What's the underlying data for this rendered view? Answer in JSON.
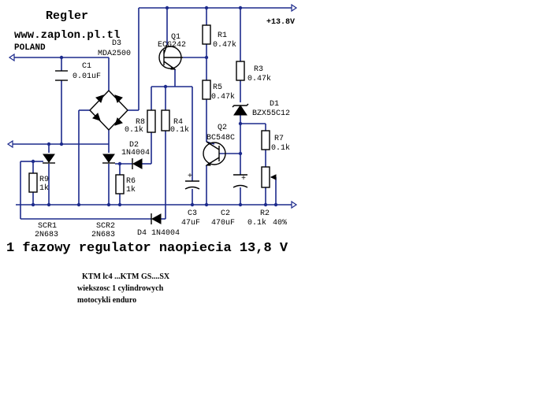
{
  "header": {
    "title": "Regler",
    "website": "www.zaplon.pl.tl",
    "country": "POLAND"
  },
  "labels": {
    "d3_name": "D3",
    "d3_part": "MDA2500",
    "c1_name": "C1",
    "c1_value": "0.01uF",
    "q1_name": "Q1",
    "q1_part": "ECG242",
    "r1_name": "R1",
    "r1_value": "0.47k",
    "supply": "+13.8V",
    "r3_name": "R3",
    "r3_value": "0.47k",
    "r5_name": "R5",
    "r5_value": "0.47k",
    "d1_name": "D1",
    "d1_part": "BZX55C12",
    "r8_name": "R8",
    "r8_value": "0.1k",
    "r4_name": "R4",
    "r4_value": "0.1k",
    "q2_name": "Q2",
    "q2_part": "BC548C",
    "d2_name": "D2",
    "d2_part": "1N4004",
    "r7_name": "R7",
    "r7_value": "0.1k",
    "r9_name": "R9",
    "r9_value": "1k",
    "r6_name": "R6",
    "r6_value": "1k",
    "c3_name": "C3",
    "c3_value": "47uF",
    "c2_name": "C2",
    "c2_value": "470uF",
    "r2_name": "R2",
    "r2_value": "0.1k",
    "r2_setting": "40%",
    "scr1_name": "SCR1",
    "scr1_part": "2N683",
    "scr2_name": "SCR2",
    "scr2_part": "2N683",
    "d4_name": "D4",
    "d4_part": "1N4004"
  },
  "caption": "1 fazowy regulator naopiecia 13,8 V",
  "notes": {
    "line1": "KTM lc4 ...KTM GS....SX",
    "line2": "wiekszosc 1 cylindrowych",
    "line3": "motocykli enduro"
  }
}
